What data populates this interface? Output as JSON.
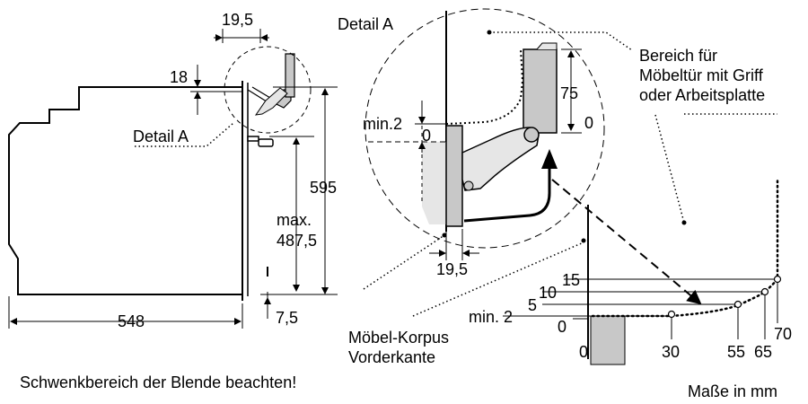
{
  "detail_a_small": "Detail A",
  "detail_a_large": "Detail A",
  "dims": {
    "top_19_5": "19,5",
    "d18": "18",
    "d595": "595",
    "max": "max.",
    "max_val": "487,5",
    "d7_5": "7,5",
    "d548": "548",
    "min2": "min.2",
    "zero_a": "0",
    "d75": "75",
    "zero_b": "0",
    "bottom_19_5": "19,5"
  },
  "door_area": {
    "line1": "Bereich für",
    "line2": "Möbeltür mit Griff",
    "line3": "oder Arbeitsplatte"
  },
  "cabinet_front": {
    "line1": "Möbel-Korpus",
    "line2": "Vorderkante"
  },
  "swing_graph": {
    "y_labels": [
      "15",
      "10",
      "5",
      "min. 2",
      "0"
    ],
    "x_labels": [
      "0",
      "30",
      "55",
      "65",
      "70"
    ]
  },
  "notice": "Schwenkbereich der Blende beachten!",
  "units": "Maße in mm",
  "colors": {
    "panel_gray": "#c8c8c8",
    "shade_gray": "#e6e6e6"
  }
}
